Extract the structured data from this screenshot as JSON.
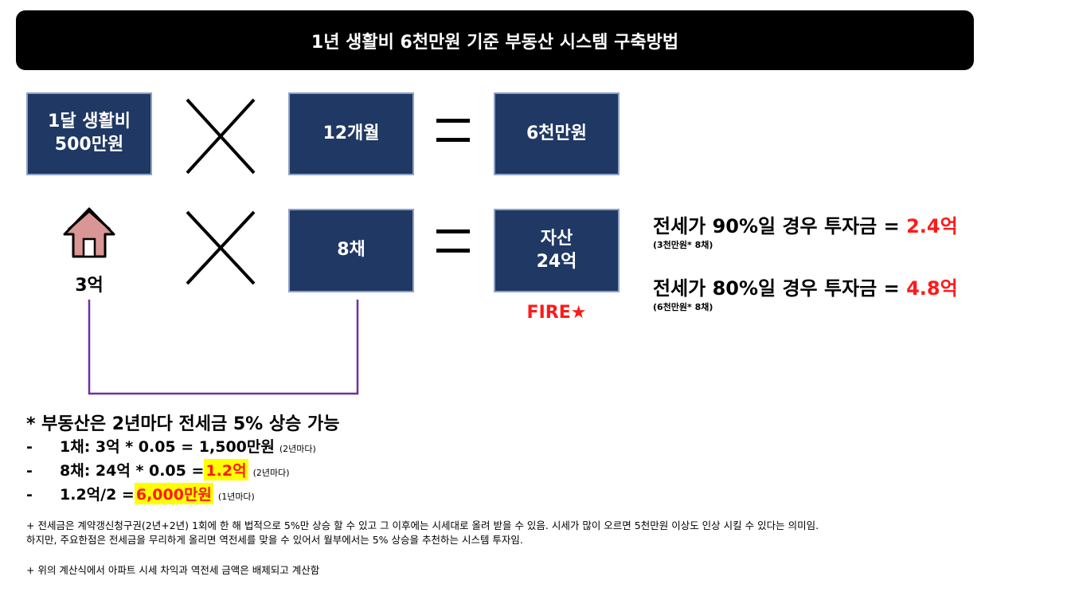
{
  "title": "1년 생활비 6천만원 기준 부동산 시스템 구축방법",
  "row1": {
    "box1_line1": "1달 생활비",
    "box1_line2": "500만원",
    "box2": "12개월",
    "box3": "6천만원"
  },
  "row2": {
    "house_label": "3억",
    "box2": "8채",
    "box3_line1": "자산",
    "box3_line2": "24억",
    "fire": "FIRE★"
  },
  "calc": [
    {
      "text": "전세가 90%일 경우 투자금 = ",
      "value": "2.4억",
      "sub": "(3천만원* 8채)"
    },
    {
      "text": "전세가 80%일 경우 투자금 = ",
      "value": "4.8억",
      "sub": "(6천만원* 8채)"
    }
  ],
  "notes": {
    "heading": "* 부동산은 2년마다 전세금 5% 상승 가능",
    "items": [
      {
        "dash": "-",
        "text": "1채: 3억 * 0.05 = 1,500만원",
        "highlight": "",
        "note": "(2년마다)"
      },
      {
        "dash": "-",
        "text": "8채: 24억 * 0.05 =",
        "highlight": "1.2억",
        "note": "(2년마다)"
      },
      {
        "dash": "-",
        "text": "1.2억/2 = ",
        "highlight": "6,000만원",
        "note": "(1년마다)"
      }
    ]
  },
  "footnotes": {
    "line1": "+ 전세금은 계약갱신청구권(2년+2년) 1회에 한 해 법적으로 5%만 상승 할 수 있고 그 이후에는 시세대로 올려 받을 수 있음. 시세가 많이 오르면 5천만원 이상도 인상 시킬 수 있다는 의미임.",
    "line2": "하지만, 주요한점은 전세금을 무리하게 올리면 역전세를 맞을 수 있어서 월부에서는 5% 상승을 추천하는 시스템 투자임.",
    "line3": "+ 위의 계산식에서 아파트 시세 차익과 역전세 금액은 배제되고 계산함"
  },
  "colors": {
    "box_fill": "#1f3864",
    "accent_red": "#ff1a1a",
    "highlight_yellow": "#ffff00",
    "bracket_purple": "#7030a0",
    "house_roof": "#d99694"
  },
  "icons": [
    "house-icon",
    "multiply-icon",
    "equals-icon",
    "bracket-connector"
  ]
}
